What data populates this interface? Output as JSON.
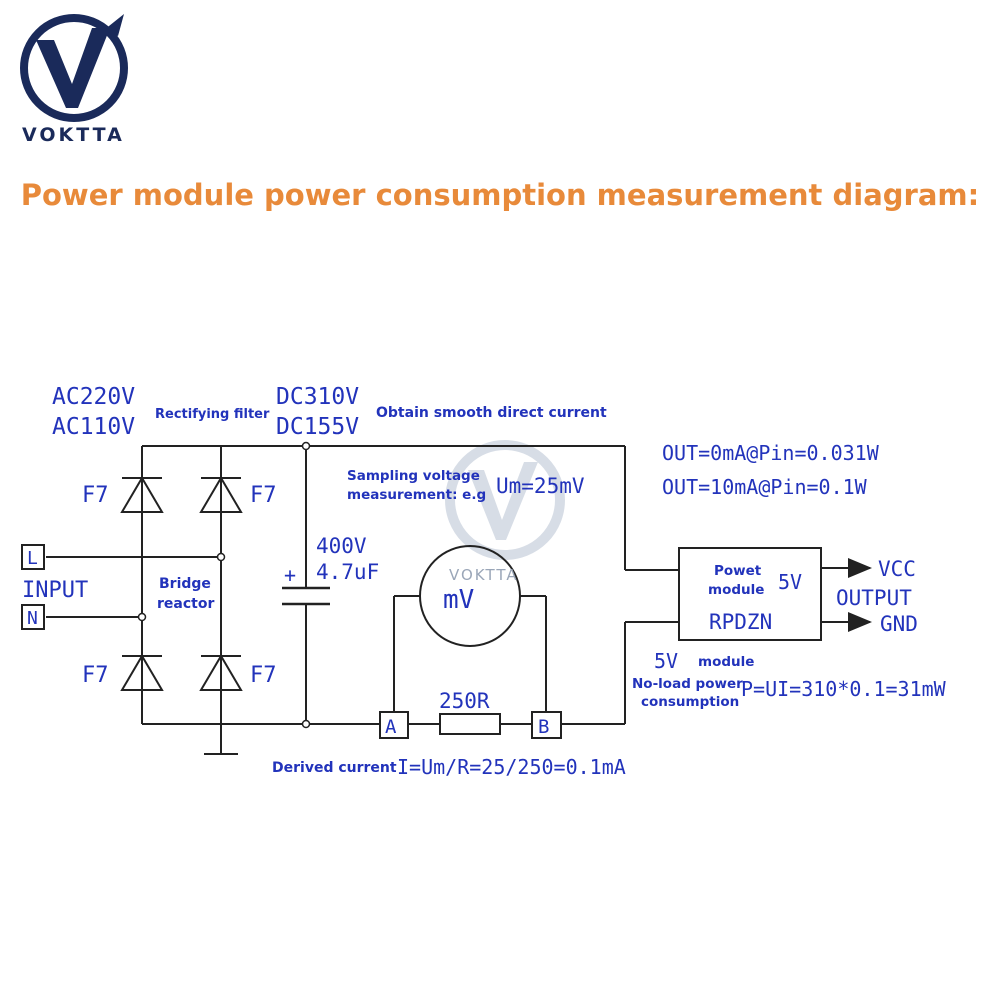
{
  "brand": {
    "name": "VOKTTA",
    "watermark": "VOKTTA",
    "colors": {
      "primary": "#1a2a5a",
      "accent": "#e88a3a",
      "diagram": "#2233bb",
      "line": "#222222"
    }
  },
  "title": "Power module power consumption measurement diagram:",
  "labels": {
    "ac220": "AC220V",
    "ac110": "AC110V",
    "rectifying": "Rectifying filter",
    "dc310": "DC310V",
    "dc155": "DC155V",
    "smooth": "Obtain smooth direct current",
    "f7": "F7",
    "terminal_l": "L",
    "terminal_n": "N",
    "input": "INPUT",
    "bridge_1": "Bridge",
    "bridge_2": "reactor",
    "plus": "+",
    "cap_voltage": "400V",
    "cap_value": "4.7uF",
    "sampling_1": "Sampling voltage",
    "sampling_2": "measurement: e.g",
    "um": "Um=25mV",
    "meter": "mV",
    "resistor": "250R",
    "node_a": "A",
    "node_b": "B",
    "derived": "Derived current",
    "current_formula": "I=Um/R=25/250=0.1mA",
    "out0": "OUT=0mA@Pin=0.031W",
    "out10": "OUT=10mA@Pin=0.1W",
    "module_1": "Powet",
    "module_2": "module",
    "module_5v": "5V",
    "module_name": "RPDZN",
    "vcc": "VCC",
    "output": "OUTPUT",
    "gnd": "GND",
    "fivev": "5V",
    "module_word": "module",
    "noload_1": "No-load power",
    "noload_2": "consumption",
    "power_formula": "P=UI=310*0.1=31mW"
  }
}
